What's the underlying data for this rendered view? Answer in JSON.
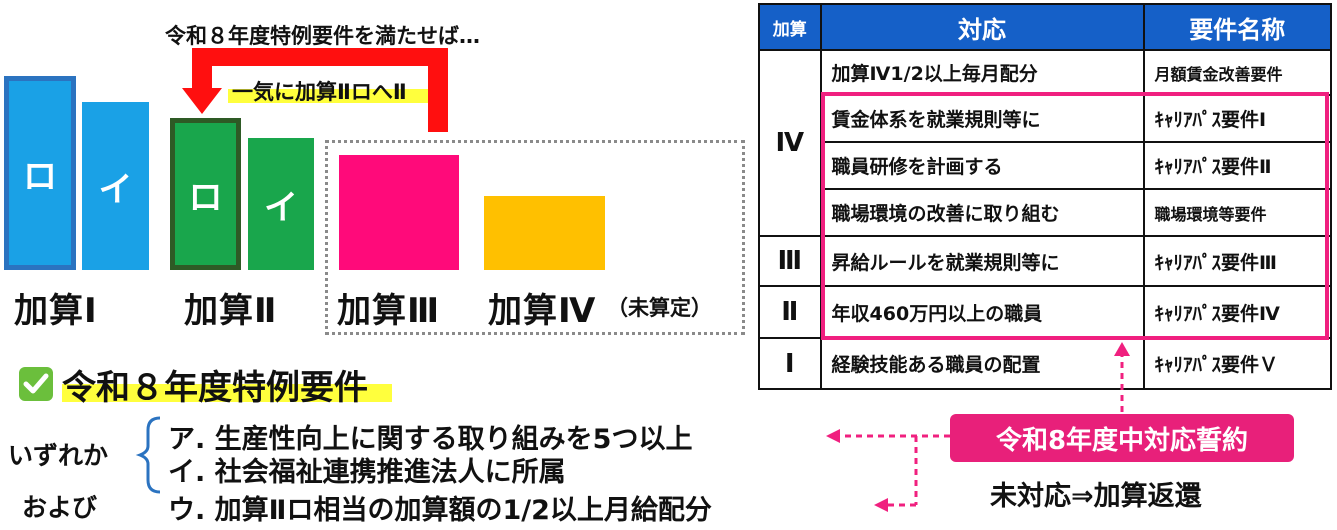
{
  "header_note": "令和８年度特例要件を満たせば…",
  "arrow_label": "一気に加算ⅡロへⅡ",
  "tiers": [
    {
      "label": "加算Ⅰ",
      "ro": "ロ",
      "i": "イ"
    },
    {
      "label": "加算Ⅱ",
      "ro": "ロ",
      "i": "イ"
    },
    {
      "label": "加算Ⅲ"
    },
    {
      "label": "加算Ⅳ",
      "note": "（未算定）"
    }
  ],
  "table": {
    "headers": [
      "加算",
      "対応",
      "要件名称"
    ],
    "rows": [
      {
        "level": "Ⅳ",
        "action": "加算Ⅳ1/2以上毎月配分",
        "requirement": "月額賃金改善要件"
      },
      {
        "level": "",
        "action": "賃金体系を就業規則等に",
        "requirement": "ｷｬﾘｱﾊﾟｽ要件Ⅰ"
      },
      {
        "level": "",
        "action": "職員研修を計画する",
        "requirement": "ｷｬﾘｱﾊﾟｽ要件Ⅱ"
      },
      {
        "level": "",
        "action": "職場環境の改善に取り組む",
        "requirement": "職場環境等要件"
      },
      {
        "level": "Ⅲ",
        "action": "昇給ルールを就業規則等に",
        "requirement": "ｷｬﾘｱﾊﾟｽ要件Ⅲ"
      },
      {
        "level": "Ⅱ",
        "action": "年収460万円以上の職員",
        "requirement": "ｷｬﾘｱﾊﾟｽ要件Ⅳ"
      },
      {
        "level": "Ⅰ",
        "action": "経験技能ある職員の配置",
        "requirement": "ｷｬﾘｱﾊﾟｽ要件Ｖ"
      }
    ]
  },
  "special": {
    "title": "令和８年度特例要件",
    "either_label": "いずれか",
    "and_label": "および",
    "items": [
      "ア. 生産性向上に関する取り組みを5つ以上",
      "イ. 社会福祉連携推進法人に所属",
      "ウ. 加算Ⅱロ相当の加算額の1/2以上月給配分"
    ]
  },
  "pledge": {
    "label": "令和8年度中対応誓約",
    "note": "未対応⇒加算返還"
  },
  "colors": {
    "blue": "#1aa1e6",
    "blue_border": "#2b73c0",
    "green": "#19a64c",
    "green_border": "#2e5a25",
    "magenta": "#ff0a7a",
    "amber": "#ffc000",
    "red_arrow": "#ff0f0f",
    "highlight": "#ffff3d",
    "table_header": "#1560c8",
    "pink": "#f0207f"
  }
}
